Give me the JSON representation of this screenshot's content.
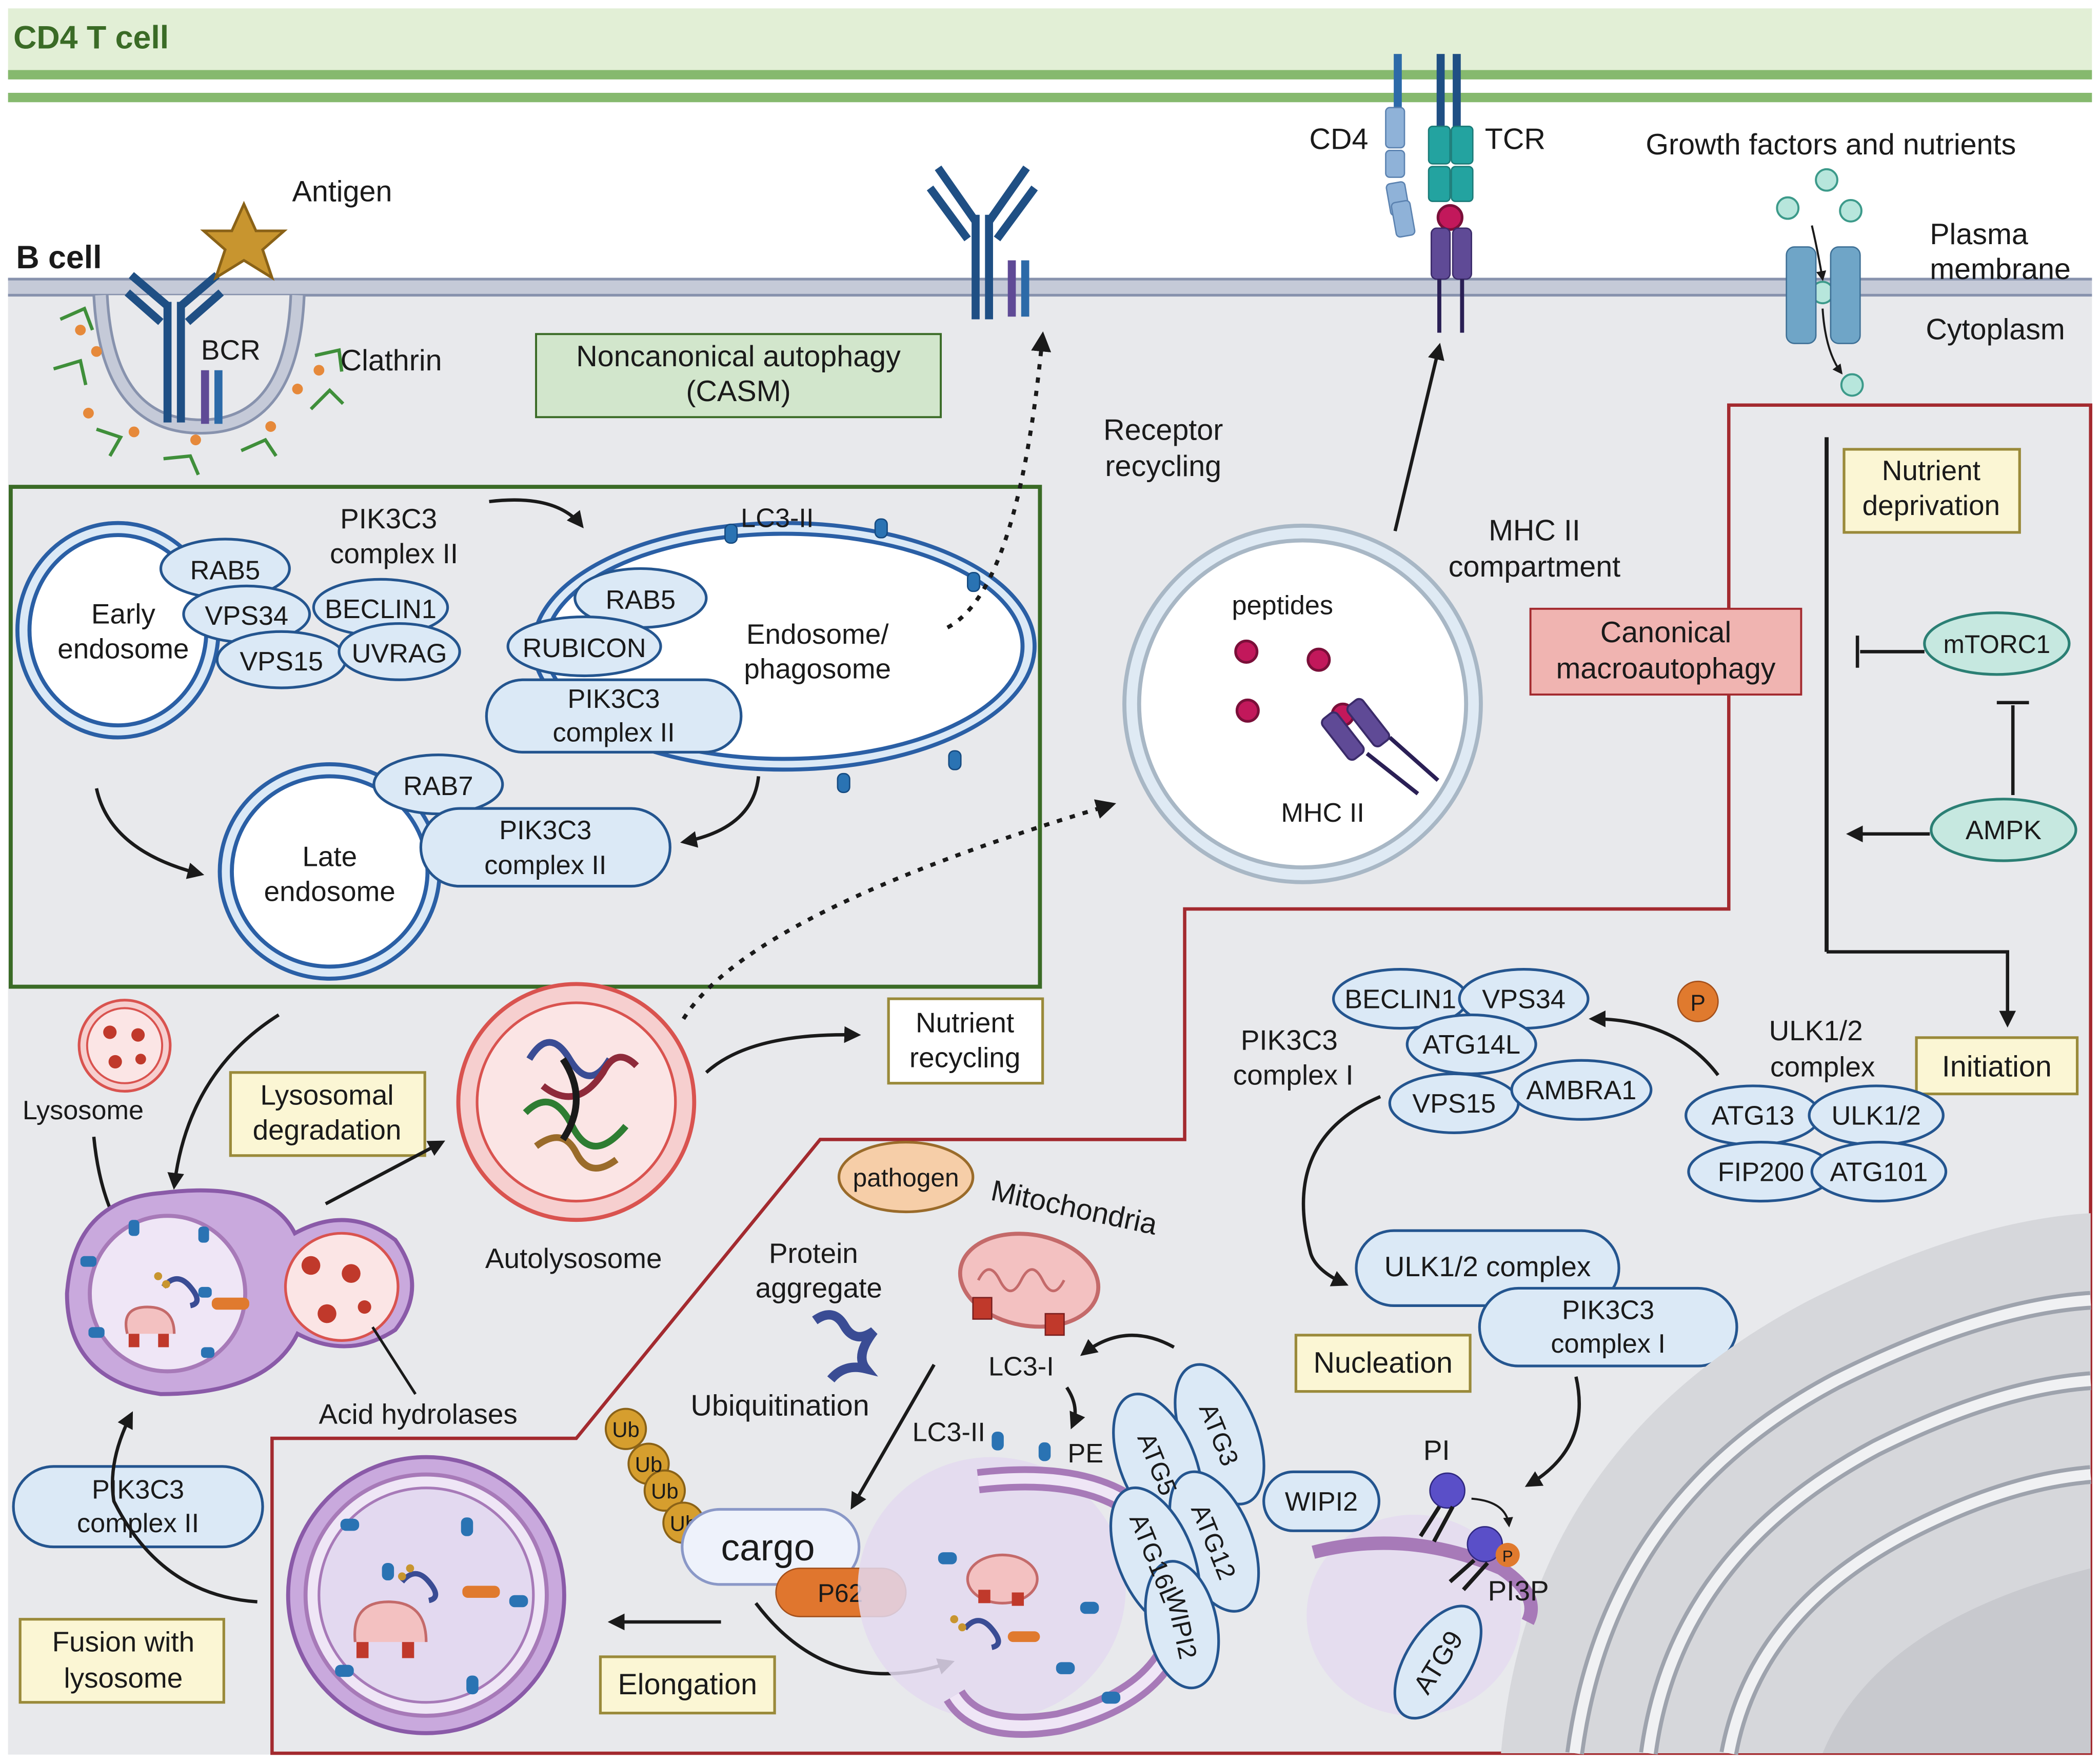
{
  "cells": {
    "t_cell": "CD4 T cell",
    "b_cell": "B cell"
  },
  "membrane": {
    "antigen": "Antigen",
    "bcr": "BCR",
    "clathrin": "Clathrin",
    "cd4": "CD4",
    "tcr": "TCR",
    "growth": "Growth factors and nutrients",
    "plasma_1": "Plasma",
    "plasma_2": "membrane",
    "cytoplasm": "Cytoplasm"
  },
  "casm": {
    "title_1": "Noncanonical autophagy",
    "title_2": "(CASM)",
    "receptor_1": "Receptor",
    "receptor_2": "recycling"
  },
  "endosome": {
    "early_1": "Early",
    "early_2": "endosome",
    "rab5": "RAB5",
    "vps34": "VPS34",
    "vps15": "VPS15",
    "beclin1": "BECLIN1",
    "uvrag": "UVRAG",
    "pik_label_1": "PIK3C3",
    "pik_label_2": "complex II",
    "lc3ii": "LC3-II",
    "rubicon": "RUBICON",
    "endophago_1": "Endosome/",
    "endophago_2": "phagosome",
    "late_1": "Late",
    "late_2": "endosome",
    "rab7": "RAB7"
  },
  "mhc": {
    "compartment_1": "MHC II",
    "compartment_2": "compartment",
    "peptides": "peptides",
    "mhc_ii": "MHC II"
  },
  "canonical": {
    "title_1": "Canonical",
    "title_2": "macroautophagy",
    "nutrient_dep_1": "Nutrient",
    "nutrient_dep_2": "deprivation",
    "mtorc1": "mTORC1",
    "ampk": "AMPK",
    "initiation": "Initiation",
    "p": "P",
    "ulk_title_1": "ULK1/2",
    "ulk_title_2": "complex",
    "atg13": "ATG13",
    "ulk12": "ULK1/2",
    "fip200": "FIP200",
    "atg101": "ATG101",
    "pik_i_1": "PIK3C3",
    "pik_i_2": "complex I",
    "beclin1": "BECLIN1",
    "vps34": "VPS34",
    "atg14l": "ATG14L",
    "vps15": "VPS15",
    "ambra1": "AMBRA1",
    "ulk_complex": "ULK1/2 complex",
    "nucleation": "Nucleation",
    "wipi2": "WIPI2",
    "pi": "PI",
    "pi3p": "PI3P",
    "atg9": "ATG9"
  },
  "lower": {
    "lysosome": "Lysosome",
    "lyso_deg_1": "Lysosomal",
    "lyso_deg_2": "degradation",
    "autolysosome": "Autolysosome",
    "nutrient_rec_1": "Nutrient",
    "nutrient_rec_2": "recycling",
    "acid": "Acid hydrolases",
    "pik_ii_1": "PIK3C3",
    "pik_ii_2": "complex II",
    "fusion_1": "Fusion with",
    "fusion_2": "lysosome",
    "pathogen": "pathogen",
    "mito": "Mitochondria",
    "protein_1": "Protein",
    "protein_2": "aggregate",
    "ubiq": "Ubiquitination",
    "ub": "Ub",
    "cargo": "cargo",
    "p62": "P62",
    "elongation": "Elongation",
    "lc3i": "LC3-I",
    "lc3ii": "LC3-II",
    "pe": "PE",
    "atg5": "ATG5",
    "atg3": "ATG3",
    "atg16l": "ATG16L",
    "atg12": "ATG12",
    "wipi2": "WIPI2"
  },
  "colors": {
    "tcell_band": "#e2efd6",
    "tcell_membrane": "#86b96e",
    "cytoplasm": "#e8e9ec",
    "casm_border": "#3a6b26",
    "casm_box": "#d2e6cc",
    "canonical_border": "#a32a2f",
    "canonical_box": "#f0b4b1",
    "step_box": "#fbf6d4",
    "step_border": "#9a8a3a",
    "protein_fill": "#dbe9f6",
    "protein_border": "#24558f",
    "teal_fill": "#c6e8e0",
    "teal_border": "#2b7f74",
    "membrane_purple": "#a77ab8",
    "lysosome_red": "#d9534f"
  }
}
